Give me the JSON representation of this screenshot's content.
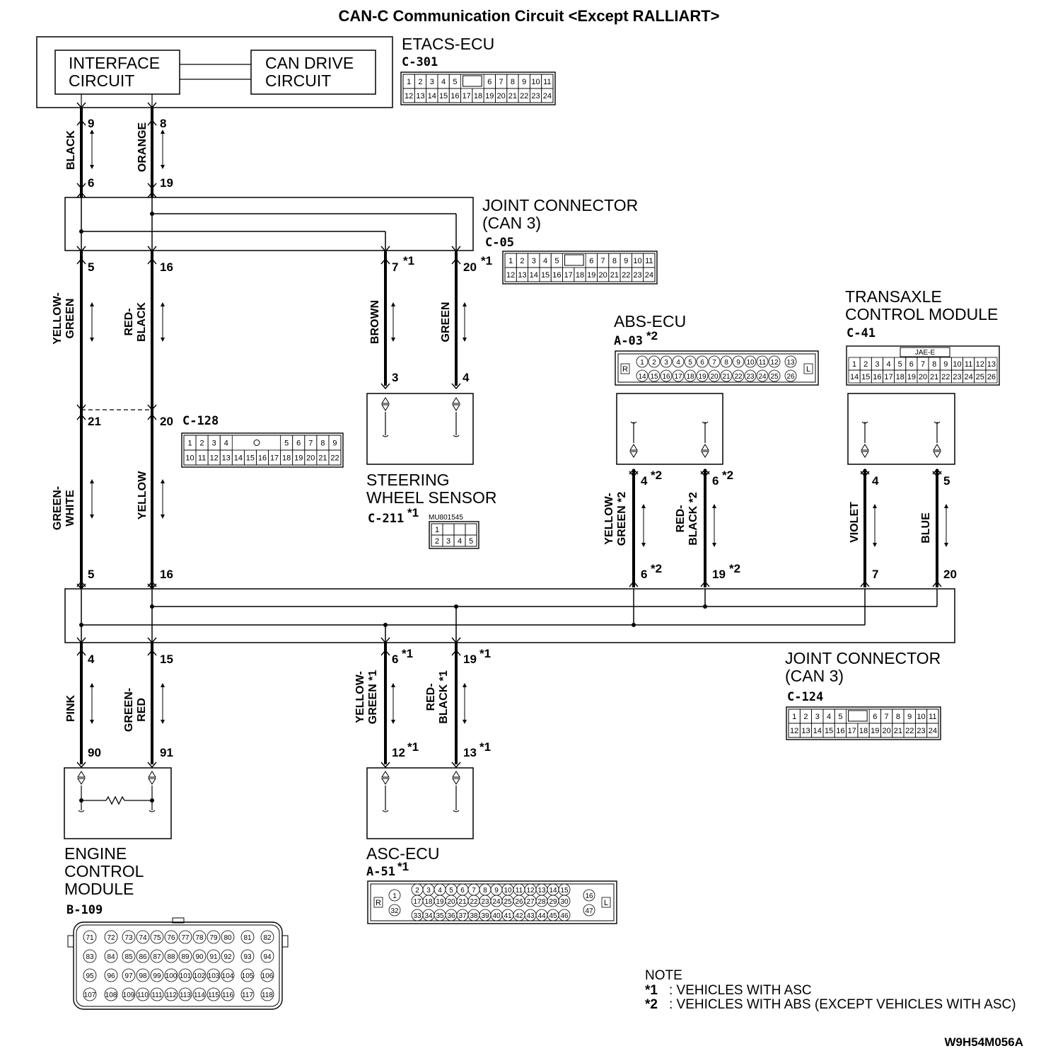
{
  "title": "CAN-C Communication Circuit <Except RALLIART>",
  "etacs": {
    "name": "ETACS-ECU",
    "code": "C-301",
    "interface": [
      "INTERFACE",
      "CIRCUIT"
    ],
    "can_drive": [
      "CAN DRIVE",
      "CIRCUIT"
    ]
  },
  "joint_top": {
    "name": [
      "JOINT CONNECTOR",
      "(CAN 3)"
    ],
    "code": "C-05"
  },
  "joint_bottom": {
    "name": [
      "JOINT CONNECTOR",
      "(CAN 3)"
    ],
    "code": "C-124"
  },
  "c128": {
    "code": "C-128"
  },
  "steering": {
    "name": [
      "STEERING",
      "WHEEL SENSOR"
    ],
    "code": "C-211",
    "mark": "*1",
    "part_no": "MU801545"
  },
  "abs": {
    "name": "ABS-ECU",
    "code": "A-03",
    "mark": "*2"
  },
  "tcm": {
    "name": [
      "TRANSAXLE",
      "CONTROL MODULE"
    ],
    "code": "C-41",
    "part_no": "JAE-E"
  },
  "asc": {
    "name": "ASC-ECU",
    "code": "A-51",
    "mark": "*1"
  },
  "ecm": {
    "name": [
      "ENGINE",
      "CONTROL",
      "MODULE"
    ],
    "code": "B-109"
  },
  "wires": {
    "black": "BLACK",
    "orange": "ORANGE",
    "yellow_green": [
      "YELLOW-",
      "GREEN"
    ],
    "red_black": [
      "RED-",
      "BLACK"
    ],
    "brown": "BROWN",
    "green": "GREEN",
    "green_white": [
      "GREEN-",
      "WHITE"
    ],
    "yellow": "YELLOW",
    "abs_yellow_green": [
      "YELLOW-",
      "GREEN *2"
    ],
    "abs_red_black": [
      "RED-",
      "BLACK *2"
    ],
    "violet": "VIOLET",
    "blue": "BLUE",
    "pink": "PINK",
    "green_red": [
      "GREEN-",
      "RED"
    ],
    "asc_yellow_green": [
      "YELLOW-",
      "GREEN *1"
    ],
    "asc_red_black": [
      "RED-",
      "BLACK *1"
    ]
  },
  "pins": {
    "etacs": [
      "9",
      "8"
    ],
    "jc_in": [
      "6",
      "19"
    ],
    "jc_out": [
      "5",
      "16"
    ],
    "jc_star": [
      "7",
      "20"
    ],
    "sws": [
      "3",
      "4"
    ],
    "c128": [
      "21",
      "20"
    ],
    "jc2_in": [
      "5",
      "16"
    ],
    "abs": [
      "4",
      "6"
    ],
    "jc2_abs": [
      "6",
      "19"
    ],
    "tcm": [
      "4",
      "5"
    ],
    "jc2_tcm": [
      "7",
      "20"
    ],
    "jc2_out": [
      "4",
      "15"
    ],
    "jc2_asc": [
      "6",
      "19"
    ],
    "ecm": [
      "90",
      "91"
    ],
    "asc_pins": [
      "12",
      "13"
    ]
  },
  "note": {
    "heading": "NOTE",
    "items": [
      {
        "mark": "*1",
        "text": ": VEHICLES WITH ASC"
      },
      {
        "mark": "*2",
        "text": ": VEHICLES WITH ABS (EXCEPT VEHICLES WITH ASC)"
      }
    ]
  },
  "figure_id": "W9H54M056A"
}
